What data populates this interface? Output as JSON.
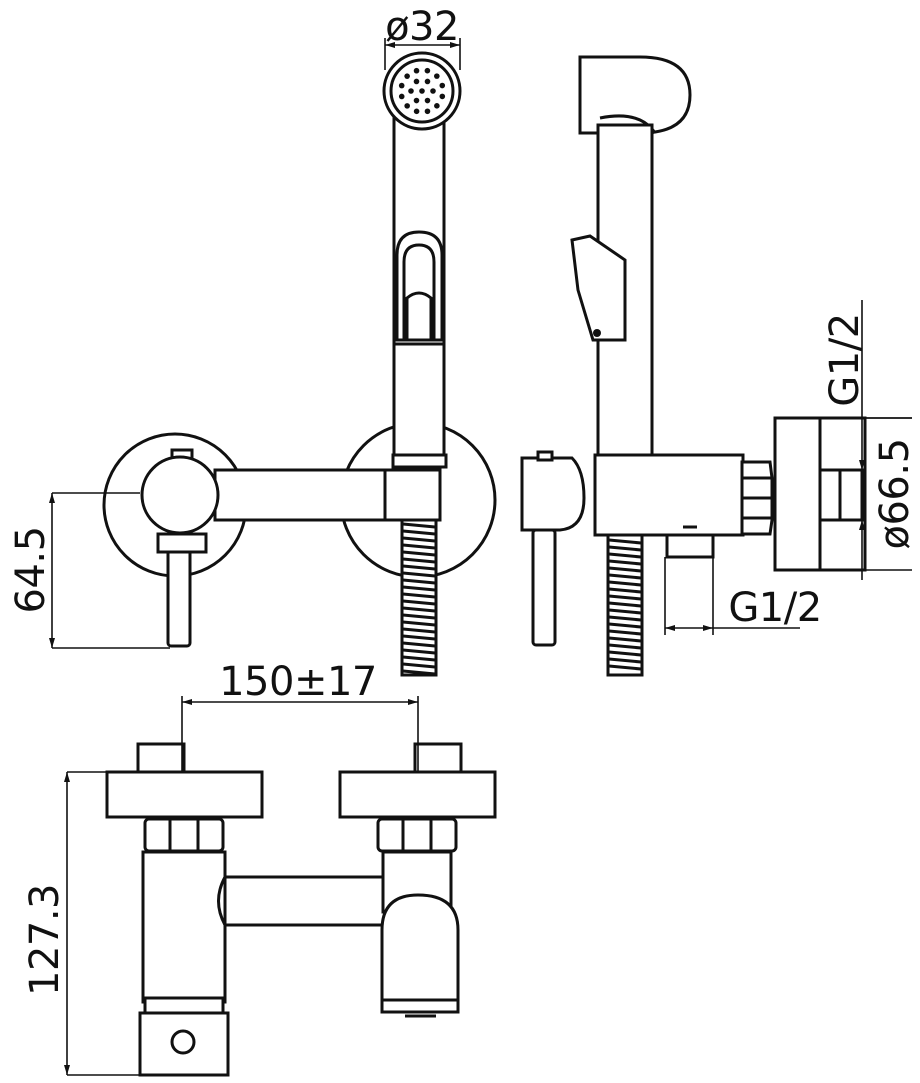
{
  "colors": {
    "ink": "#111111",
    "paper": "#ffffff"
  },
  "dimensions": {
    "head_diameter": "ø32",
    "height_offset": "64.5",
    "thread_side": "G1/2",
    "thread_bottom": "G1/2",
    "flange_diameter": "ø66.5",
    "center_distance": "150±17",
    "overall_height": "127.3"
  }
}
